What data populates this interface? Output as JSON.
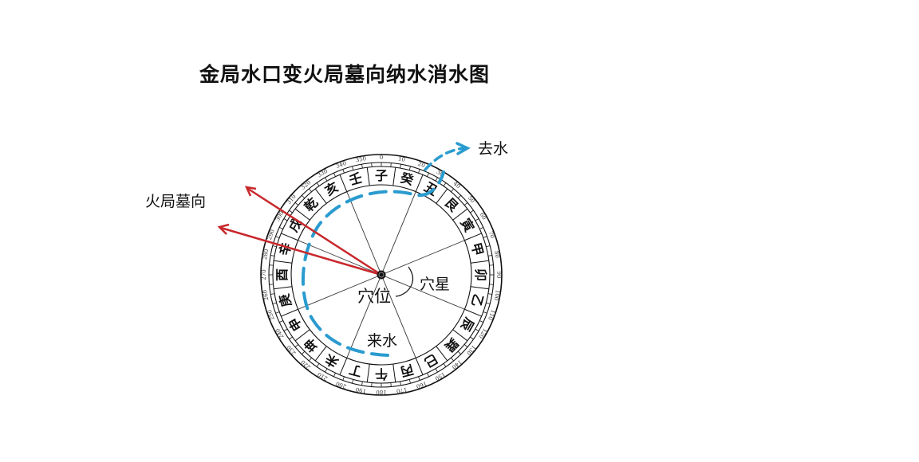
{
  "title": "金局水口变火局墓向纳水消水图",
  "palaces": [
    "子",
    "癸",
    "丑",
    "艮",
    "寅",
    "甲",
    "卯",
    "乙",
    "辰",
    "巽",
    "巳",
    "丙",
    "午",
    "丁",
    "未",
    "坤",
    "申",
    "庚",
    "酉",
    "辛",
    "戌",
    "乾",
    "亥",
    "壬"
  ],
  "degree_marks": [
    0,
    10,
    20,
    30,
    40,
    50,
    60,
    70,
    80,
    90,
    100,
    110,
    120,
    130,
    140,
    150,
    160,
    170,
    180,
    190,
    200,
    210,
    220,
    230,
    240,
    250,
    260,
    270,
    280,
    290,
    300,
    310,
    320,
    330,
    340,
    350
  ],
  "labels": {
    "center": "穴位",
    "star": "穴星",
    "incoming_water": "来水",
    "outgoing_water": "去水",
    "fire_tomb": "火局墓向"
  },
  "colors": {
    "arrow_red": "#c8282c",
    "water_blue": "#2a9bcf",
    "ink": "#111111"
  }
}
